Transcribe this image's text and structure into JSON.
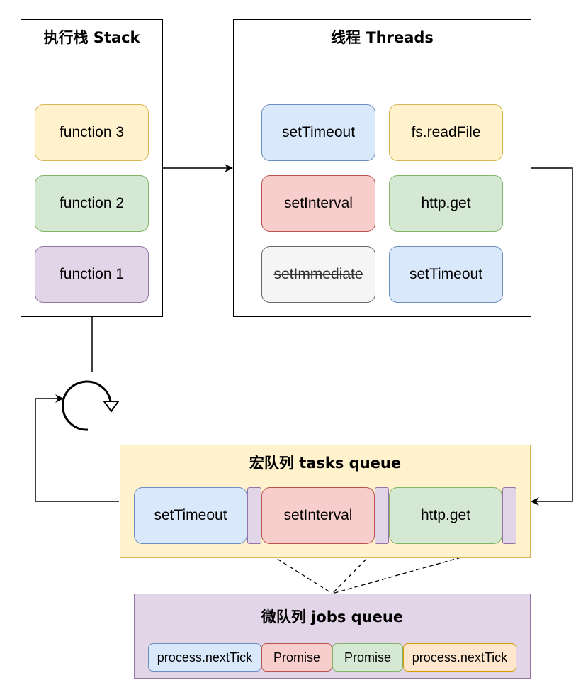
{
  "stack": {
    "title": "执行栈 Stack",
    "items": [
      "function 3",
      "function 2",
      "function 1"
    ]
  },
  "threads": {
    "title": "线程 Threads",
    "items": [
      "setTimeout",
      "fs.readFile",
      "setInterval",
      "http.get",
      "setImmediate",
      "setTimeout"
    ]
  },
  "tasks": {
    "title": "宏队列 tasks queue",
    "items": [
      "setTimeout",
      "setInterval",
      "http.get"
    ]
  },
  "jobs": {
    "title": "微队列 jobs queue",
    "items": [
      "process.nextTick",
      "Promise",
      "Promise",
      "process.nextTick"
    ]
  },
  "colors": {
    "yellow": "#fff2cc",
    "green": "#d5e8d4",
    "purple": "#e1d5e7",
    "blue": "#dae8fc",
    "red": "#f8cecc",
    "gray": "#f5f5f5",
    "orange": "#ffe6cc"
  }
}
